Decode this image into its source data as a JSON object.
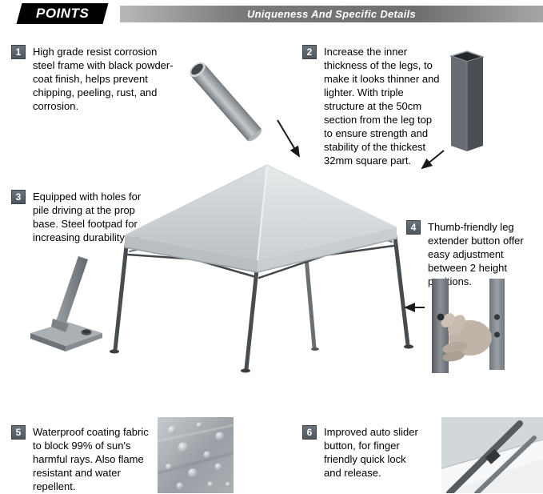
{
  "header": {
    "points_label": "POINTS",
    "banner_title": "Uniqueness And Specific Details"
  },
  "points": [
    {
      "number": "1",
      "text": "High grade resist corrosion steel frame with black powder-coat finish, helps prevent chipping, peeling, rust, and corrosion."
    },
    {
      "number": "2",
      "text": "Increase the inner thickness of the legs, to make it looks thinner and lighter. With triple structure at the 50cm section from the leg top to ensure strength and stability of the thickest 32mm square part."
    },
    {
      "number": "3",
      "text": "Equipped with holes for pile driving at the prop base. Steel footpad for increasing durability."
    },
    {
      "number": "4",
      "text": "Thumb-friendly leg extender button offer easy adjustment between 2 height positions."
    },
    {
      "number": "5",
      "text": "Waterproof coating fabric to block 99% of sun's harmful rays. Also flame resistant and water repellent."
    },
    {
      "number": "6",
      "text": "Improved auto slider button, for finger friendly quick lock and release."
    }
  ],
  "images": {
    "steel_tube": "steel-frame-tube-photo",
    "leg_post": "square-leg-post-photo",
    "footpad": "steel-footpad-photo",
    "leg_button": "hand-pressing-leg-extender-button-photo",
    "fabric": "waterproof-fabric-with-droplets-photo",
    "canopy_corner": "canopy-corner-slider-photo",
    "tent": "gray-pop-up-canopy-tent-photo"
  },
  "colors": {
    "flag_black": "#000000",
    "banner_gray": "#6e6e6e",
    "badge_gray": "#5a6369",
    "canopy_gray": "#ccd1d4",
    "frame_gray": "#474c50",
    "text_black": "#000000"
  }
}
